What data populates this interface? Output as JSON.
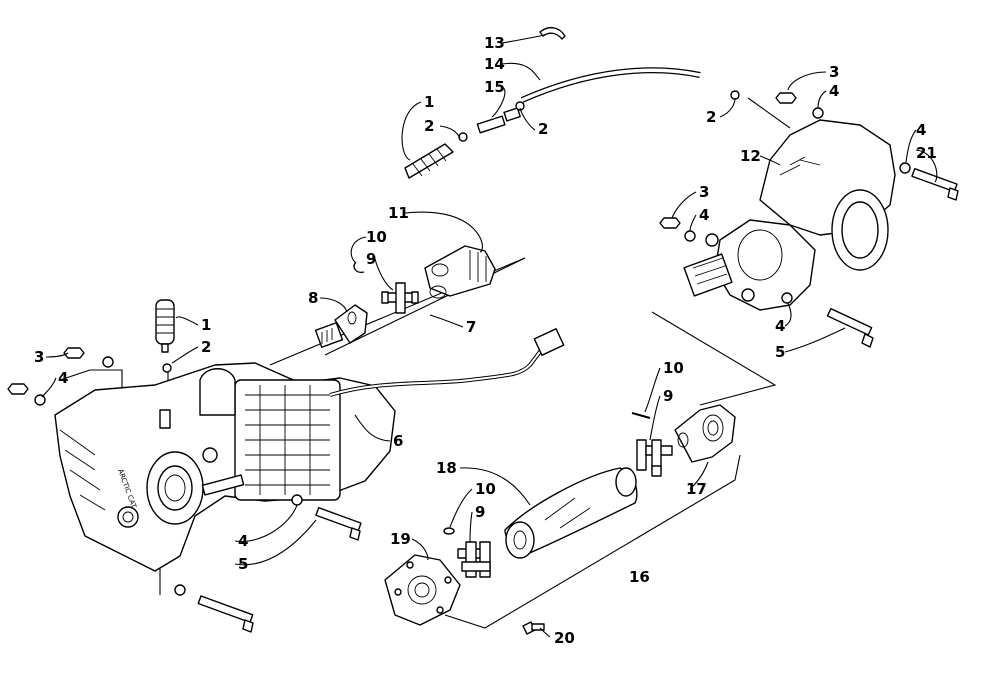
{
  "callouts": {
    "c1a": "1",
    "c1b": "1",
    "c2a": "2",
    "c2b": "2",
    "c2c": "2",
    "c2d": "2",
    "c3a": "3",
    "c3b": "3",
    "c3c": "3",
    "c4a": "4",
    "c4b": "4",
    "c4c": "4",
    "c4d": "4",
    "c4e": "4",
    "c4f": "4",
    "c5a": "5",
    "c5b": "5",
    "c6": "6",
    "c7": "7",
    "c8": "8",
    "c9a": "9",
    "c9b": "9",
    "c9c": "9",
    "c10a": "10",
    "c10b": "10",
    "c10c": "10",
    "c11": "11",
    "c12": "12",
    "c13": "13",
    "c14": "14",
    "c15": "15",
    "c16": "16",
    "c17": "17",
    "c18": "18",
    "c19": "19",
    "c20": "20",
    "c21": "21"
  },
  "housing_mark": "ARCTIC CAT"
}
